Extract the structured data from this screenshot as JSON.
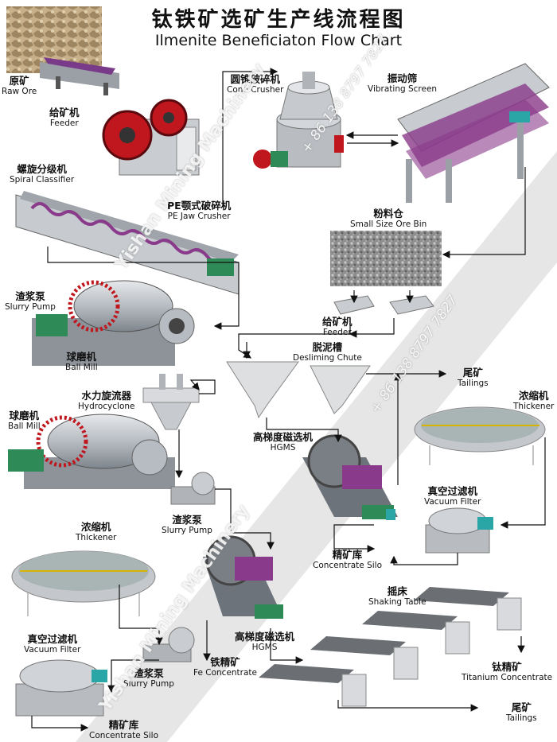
{
  "title_cn": "钛铁矿选矿生产线流程图",
  "title_en": "Ilmenite Beneficiaton Flow Chart",
  "labels": {
    "raw_ore": {
      "cn": "原矿",
      "en": "Raw Ore"
    },
    "feeder_top": {
      "cn": "给矿机",
      "en": "Feeder"
    },
    "cone_crusher": {
      "cn": "圆锥破碎机",
      "en": "Cone Crusher"
    },
    "vibrating_screen": {
      "cn": "振动筛",
      "en": "Vibrating Screen"
    },
    "spiral_classifier": {
      "cn": "螺旋分级机",
      "en": "Spiral Classifier"
    },
    "jaw_crusher": {
      "cn": "PE颚式破碎机",
      "en": "PE Jaw Crusher"
    },
    "ore_bin": {
      "cn": "粉料仓",
      "en": "Small Size Ore Bin"
    },
    "slurry_pump_1": {
      "cn": "渣浆泵",
      "en": "Slurry Pump"
    },
    "ball_mill_1": {
      "cn": "球磨机",
      "en": "Ball Mill"
    },
    "feeder_mid": {
      "cn": "给矿机",
      "en": "Feeder"
    },
    "desliming_chute": {
      "cn": "脱泥槽",
      "en": "Desliming Chute"
    },
    "tailings_1": {
      "cn": "尾矿",
      "en": "Tailings"
    },
    "hydrocyclone": {
      "cn": "水力旋流器",
      "en": "Hydrocyclone"
    },
    "thickener_1": {
      "cn": "浓缩机",
      "en": "Thickener"
    },
    "ball_mill_2": {
      "cn": "球磨机",
      "en": "Ball Mill"
    },
    "hgms_1": {
      "cn": "高梯度磁选机",
      "en": "HGMS"
    },
    "vacuum_filter_1": {
      "cn": "真空过滤机",
      "en": "Vacuum Filter"
    },
    "slurry_pump_2": {
      "cn": "渣浆泵",
      "en": "Slurry Pump"
    },
    "thickener_2": {
      "cn": "浓缩机",
      "en": "Thickener"
    },
    "concentrate_silo_1": {
      "cn": "精矿库",
      "en": "Concentrate Silo"
    },
    "shaking_table": {
      "cn": "摇床",
      "en": "Shaking Table"
    },
    "vacuum_filter_2": {
      "cn": "真空过滤机",
      "en": "Vacuum Filter"
    },
    "hgms_2": {
      "cn": "高梯度磁选机",
      "en": "HGMS"
    },
    "ti_concentrate": {
      "cn": "钛精矿",
      "en": "Titanium Concentrate"
    },
    "fe_concentrate": {
      "cn": "铁精矿",
      "en": "Fe Concentrate"
    },
    "slurry_pump_3": {
      "cn": "渣浆泵",
      "en": "Slurry Pump"
    },
    "tailings_2": {
      "cn": "尾矿",
      "en": "Tailings"
    },
    "concentrate_silo_2": {
      "cn": "精矿库",
      "en": "Concentrate Silo"
    }
  },
  "watermark": {
    "company": "Yishan Mining Machinery",
    "phone": "+ 86 138 8797 7827"
  },
  "colors": {
    "machine_red": "#c0161e",
    "machine_gray": "#a9adb3",
    "motor_green": "#2e8b57",
    "accent_purple": "#8a3a8a",
    "arrow": "#111111",
    "band": "#c8c8c8"
  }
}
